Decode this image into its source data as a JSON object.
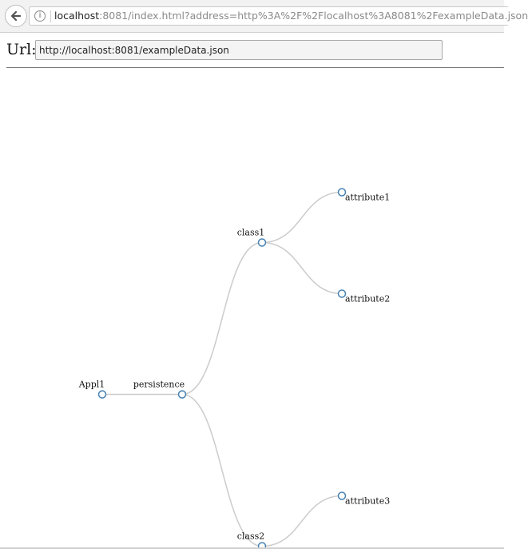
{
  "browser": {
    "address_host": "localhost",
    "address_rest": ":8081/index.html?address=http%3A%2F%2Flocalhost%3A8081%2FexampleData.json",
    "info_glyph": "i"
  },
  "form": {
    "url_label": "Url:",
    "url_value": "http://localhost:8081/exampleData.json"
  },
  "tree": {
    "node_stroke_color": "#4682b4",
    "link_color": "#cccccc",
    "root": {
      "name": "Appl1",
      "children": [
        {
          "name": "persistence",
          "children": [
            {
              "name": "class1",
              "children": [
                {
                  "name": "attribute1"
                },
                {
                  "name": "attribute2"
                }
              ]
            },
            {
              "name": "class2",
              "children": [
                {
                  "name": "attribute3"
                }
              ]
            }
          ]
        }
      ]
    }
  }
}
